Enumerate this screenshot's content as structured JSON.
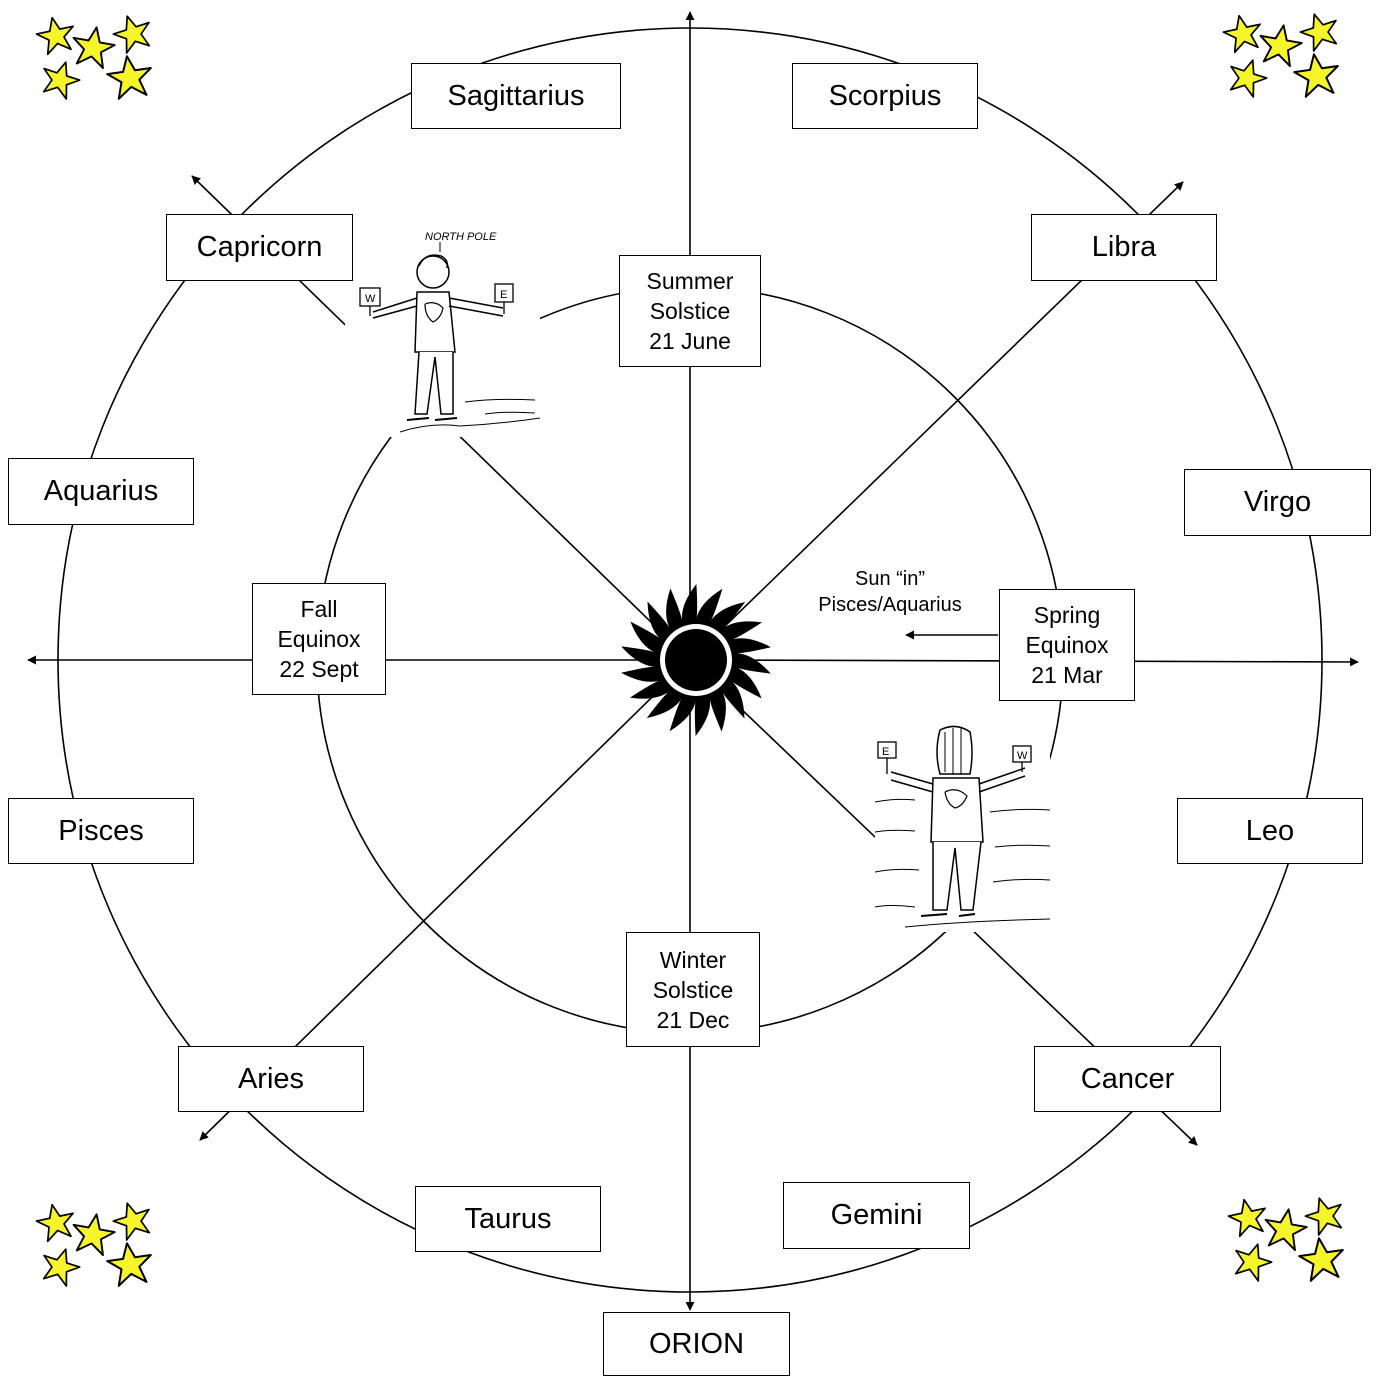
{
  "zodiac": {
    "sagittarius": "Sagittarius",
    "scorpius": "Scorpius",
    "capricorn": "Capricorn",
    "libra": "Libra",
    "aquarius": "Aquarius",
    "virgo": "Virgo",
    "pisces": "Pisces",
    "leo": "Leo",
    "aries": "Aries",
    "cancer": "Cancer",
    "taurus": "Taurus",
    "gemini": "Gemini"
  },
  "seasons": {
    "summer": [
      "Summer",
      "Solstice",
      "21 June"
    ],
    "fall": [
      "Fall",
      "Equinox",
      "22 Sept"
    ],
    "spring": [
      "Spring",
      "Equinox",
      "21 Mar"
    ],
    "winter": [
      "Winter",
      "Solstice",
      "21 Dec"
    ]
  },
  "note": [
    "Sun “in”",
    "Pisces/Aquarius"
  ],
  "orion": "ORION",
  "drawings": {
    "north_pole_label": "NORTH POLE",
    "west_sign": "W",
    "east_sign": "E"
  },
  "colors": {
    "star_fill": "#f5f52a",
    "line": "#000000",
    "sun": "#000000"
  },
  "icons": [
    "sun-icon",
    "star-cluster-icon",
    "person-drawing",
    "arrowhead-icon"
  ]
}
